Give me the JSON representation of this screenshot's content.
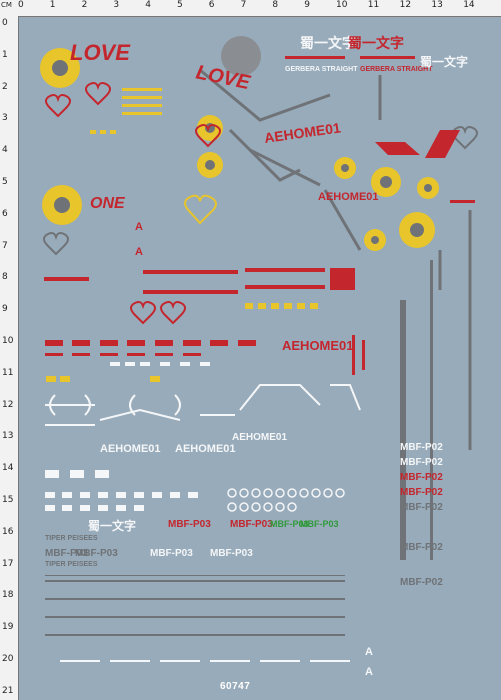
{
  "ruler": {
    "unit": "CM",
    "horizontal_ticks": [
      "0",
      "1",
      "2",
      "3",
      "4",
      "5",
      "6",
      "7",
      "8",
      "9",
      "10",
      "11",
      "12",
      "13",
      "14"
    ],
    "vertical_ticks": [
      "0",
      "1",
      "2",
      "3",
      "4",
      "5",
      "6",
      "7",
      "8",
      "9",
      "10",
      "11",
      "12",
      "13",
      "14",
      "15",
      "16",
      "17",
      "18",
      "19",
      "20",
      "21"
    ]
  },
  "decals": {
    "love_logo": "LOVE",
    "love_logo_2": "LOVE",
    "one_logo": "ONE",
    "aerhome": "AEHOME01",
    "gerbera": "GERBERA STRAIGHT",
    "mbf_p02": "MBF-P02",
    "mbf_p03": "MBF-P03",
    "tiger_peisees": "TIPER PEISEES",
    "ape": "A",
    "kanji": "蜀一文字"
  },
  "sheet_code": "60747",
  "colors": {
    "background": "#98abba",
    "red": "#c4262e",
    "yellow": "#e8c52a",
    "gray": "#6f7377",
    "white": "#f4f6f8"
  }
}
